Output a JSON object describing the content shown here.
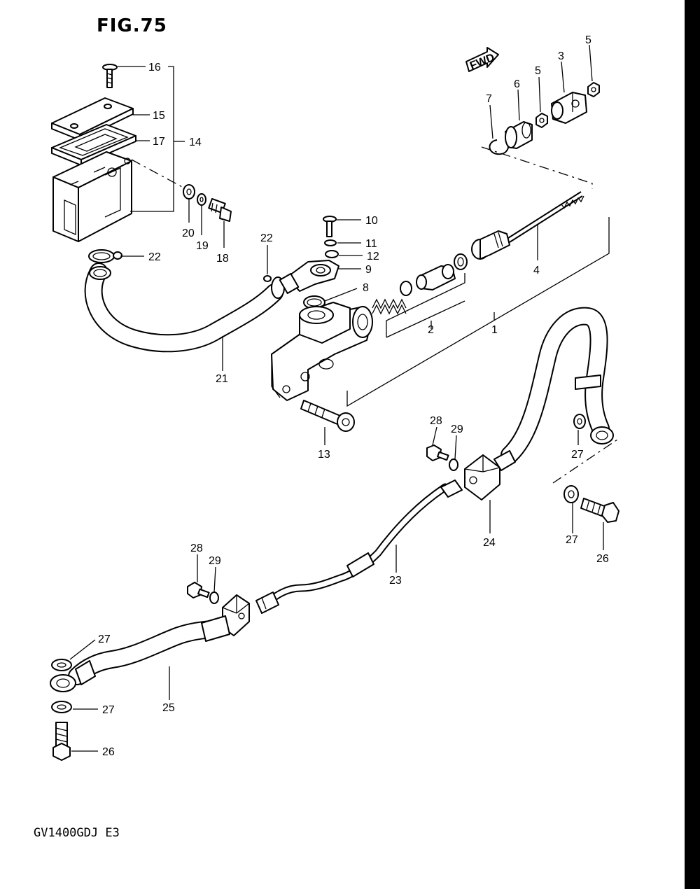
{
  "figure": {
    "title": "FIG.75",
    "footer": "GV1400GDJ E3",
    "fwd_label": "FWD"
  },
  "callouts": [
    {
      "id": "c16a",
      "text": "16"
    },
    {
      "id": "c15",
      "text": "15"
    },
    {
      "id": "c17",
      "text": "17"
    },
    {
      "id": "c14",
      "text": "14"
    },
    {
      "id": "c20",
      "text": "20"
    },
    {
      "id": "c19",
      "text": "19"
    },
    {
      "id": "c18",
      "text": "18"
    },
    {
      "id": "c22a",
      "text": "22"
    },
    {
      "id": "c22b",
      "text": "22"
    },
    {
      "id": "c21",
      "text": "21"
    },
    {
      "id": "c10",
      "text": "10"
    },
    {
      "id": "c11",
      "text": "11"
    },
    {
      "id": "c12",
      "text": "12"
    },
    {
      "id": "c9",
      "text": "9"
    },
    {
      "id": "c8",
      "text": "8"
    },
    {
      "id": "c13",
      "text": "13"
    },
    {
      "id": "c2",
      "text": "2"
    },
    {
      "id": "c1",
      "text": "1"
    },
    {
      "id": "c4",
      "text": "4"
    },
    {
      "id": "c7",
      "text": "7"
    },
    {
      "id": "c6",
      "text": "6"
    },
    {
      "id": "c5a",
      "text": "5"
    },
    {
      "id": "c3",
      "text": "3"
    },
    {
      "id": "c5b",
      "text": "5"
    },
    {
      "id": "c28a",
      "text": "28"
    },
    {
      "id": "c29a",
      "text": "29"
    },
    {
      "id": "c27a",
      "text": "27"
    },
    {
      "id": "c24",
      "text": "24"
    },
    {
      "id": "c27b",
      "text": "27"
    },
    {
      "id": "c26a",
      "text": "26"
    },
    {
      "id": "c23",
      "text": "23"
    },
    {
      "id": "c28b",
      "text": "28"
    },
    {
      "id": "c29b",
      "text": "29"
    },
    {
      "id": "c27c",
      "text": "27"
    },
    {
      "id": "c25",
      "text": "25"
    },
    {
      "id": "c27d",
      "text": "27"
    },
    {
      "id": "c26b",
      "text": "26"
    }
  ]
}
